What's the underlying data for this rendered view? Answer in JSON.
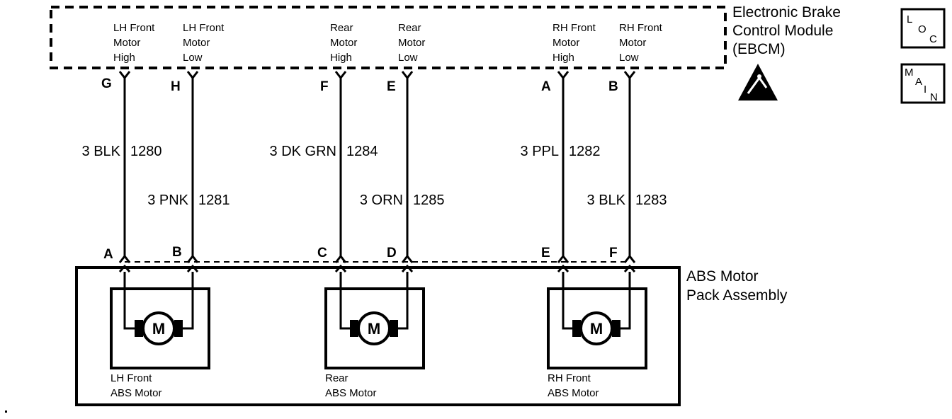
{
  "ebcm": {
    "name_lines": [
      "Electronic Brake",
      "Control Module",
      "(EBCM)"
    ],
    "terminals": [
      {
        "lines": [
          "LH Front",
          "Motor",
          "High"
        ],
        "pin": "G"
      },
      {
        "lines": [
          "LH Front",
          "Motor",
          "Low"
        ],
        "pin": "H"
      },
      {
        "lines": [
          "Rear",
          "Motor",
          "High"
        ],
        "pin": "F"
      },
      {
        "lines": [
          "Rear",
          "Motor",
          "Low"
        ],
        "pin": "E"
      },
      {
        "lines": [
          "RH Front",
          "Motor",
          "High"
        ],
        "pin": "A"
      },
      {
        "lines": [
          "RH Front",
          "Motor",
          "Low"
        ],
        "pin": "B"
      }
    ]
  },
  "wires": [
    {
      "label": "3 BLK",
      "circuit": "1280"
    },
    {
      "label": "3 PNK",
      "circuit": "1281"
    },
    {
      "label": "3 DK GRN",
      "circuit": "1284"
    },
    {
      "label": "3 ORN",
      "circuit": "1285"
    },
    {
      "label": "3 PPL",
      "circuit": "1282"
    },
    {
      "label": "3 BLK",
      "circuit": "1283"
    }
  ],
  "motor_pack": {
    "name_lines": [
      "ABS Motor",
      "Pack Assembly"
    ],
    "pins": [
      "A",
      "B",
      "C",
      "D",
      "E",
      "F"
    ],
    "motors": [
      {
        "symbol": "M",
        "lines": [
          "LH Front",
          "ABS Motor"
        ]
      },
      {
        "symbol": "M",
        "lines": [
          "Rear",
          "ABS Motor"
        ]
      },
      {
        "symbol": "M",
        "lines": [
          "RH Front",
          "ABS Motor"
        ]
      }
    ]
  },
  "icons": {
    "loc": {
      "letters": [
        "L",
        "O",
        "C"
      ]
    },
    "main": {
      "letters": [
        "M",
        "A",
        "I",
        "N"
      ]
    }
  }
}
